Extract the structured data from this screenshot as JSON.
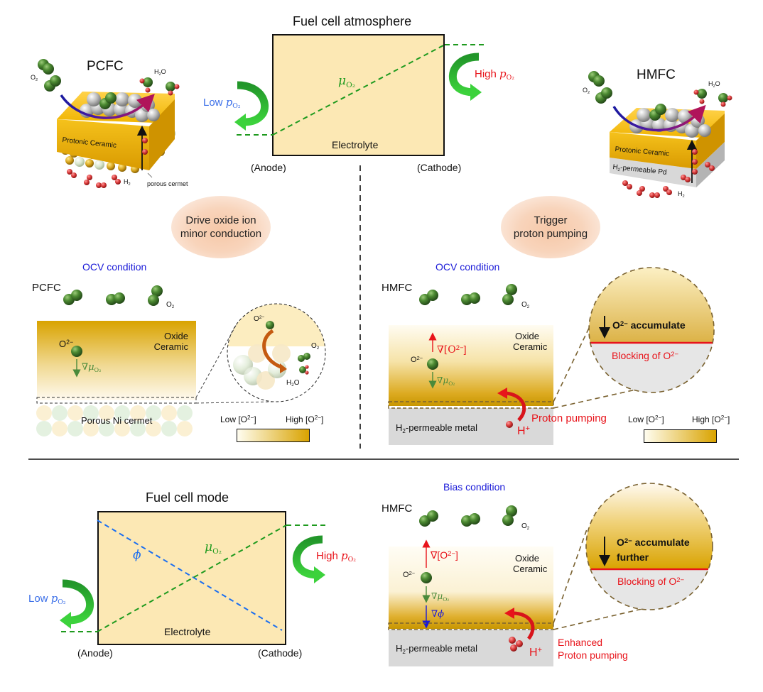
{
  "top": {
    "title": "Fuel cell atmosphere",
    "mu_label": "μ",
    "mu_sub": "O₂",
    "electrolyte": "Electrolyte",
    "anode": "(Anode)",
    "cathode": "(Cathode)",
    "low_prefix": "Low ",
    "high_prefix": "High ",
    "p_symbol": "p",
    "p_sub": "O₂"
  },
  "pcfc_cell": {
    "title": "PCFC",
    "o2": "O",
    "o2_sub": "2",
    "h2o": "H",
    "h2o_sub": "2",
    "h2o_tail": "O",
    "layer": "Protonic Ceramic",
    "h2": "H",
    "h2_sub": "2",
    "porous": "porous cermet"
  },
  "hmfc_cell": {
    "title": "HMFC",
    "o2": "O",
    "o2_sub": "2",
    "h2o": "H",
    "h2o_sub": "2",
    "h2o_tail": "O",
    "layer": "Protonic Ceramic",
    "pd_prefix": "H",
    "pd_sub": "2",
    "pd_tail": "-permeable Pd",
    "h2": "H",
    "h2_sub": "2"
  },
  "blobs": {
    "left_line1": "Drive oxide ion",
    "left_line2": "minor conduction",
    "right_line1": "Trigger",
    "right_line2": "proton pumping"
  },
  "pcfc_ocv": {
    "condition": "OCV condition",
    "label": "PCFC",
    "o2": "O",
    "o2_sub": "2",
    "oxide_line1": "Oxide",
    "oxide_line2": "Ceramic",
    "ion": "O",
    "ion_sup": "2−",
    "grad_mu": "∇μ",
    "grad_mu_sub": "O₂",
    "cermet": "Porous Ni cermet",
    "zoom_ion": "O",
    "zoom_ion_sup": "2−",
    "zoom_o2": "O",
    "zoom_o2_sub": "2",
    "zoom_h2o": "H",
    "zoom_h2o_sub": "2",
    "zoom_h2o_tail": "O",
    "legend_low": "Low [O",
    "legend_high": "High [O",
    "legend_sup": "2−",
    "legend_close": "]"
  },
  "hmfc_ocv": {
    "condition": "OCV condition",
    "label": "HMFC",
    "o2": "O",
    "o2_sub": "2",
    "oxide_line1": "Oxide",
    "oxide_line2": "Ceramic",
    "ion": "O",
    "ion_sup": "2−",
    "grad_conc": "∇[O",
    "grad_conc_sup": "2−",
    "grad_conc_close": "]",
    "grad_mu": "∇μ",
    "grad_mu_sub": "O₂",
    "metal_prefix": "H",
    "metal_sub": "2",
    "metal_tail": "-permeable metal",
    "proton": "H",
    "proton_sup": "+",
    "pumping": "Proton pumping",
    "zoom_accumulate_prefix": "O",
    "zoom_accumulate_sup": "2−",
    "zoom_accumulate_tail": " accumulate",
    "zoom_blocking": "Blocking of O",
    "zoom_blocking_sup": "2−",
    "legend_low": "Low [O",
    "legend_high": "High [O",
    "legend_sup": "2−",
    "legend_close": "]"
  },
  "bottom_left": {
    "title": "Fuel cell mode",
    "phi": "ϕ",
    "mu_label": "μ",
    "mu_sub": "O₂",
    "electrolyte": "Electrolyte",
    "anode": "(Anode)",
    "cathode": "(Cathode)",
    "low_prefix": "Low ",
    "high_prefix": "High ",
    "p_symbol": "p",
    "p_sub": "O₂"
  },
  "hmfc_bias": {
    "condition": "Bias condition",
    "label": "HMFC",
    "o2": "O",
    "o2_sub": "2",
    "oxide_line1": "Oxide",
    "oxide_line2": "Ceramic",
    "ion": "O",
    "ion_sup": "2−",
    "grad_conc": "∇[O",
    "grad_conc_sup": "2−",
    "grad_conc_close": "]",
    "grad_mu": "∇μ",
    "grad_mu_sub": "O₂",
    "grad_phi": "∇ϕ",
    "metal_prefix": "H",
    "metal_sub": "2",
    "metal_tail": "-permeable metal",
    "proton": "H",
    "proton_sup": "+",
    "pumping_line1": "Enhanced",
    "pumping_line2": "Proton pumping",
    "zoom_accumulate_prefix": "O",
    "zoom_accumulate_sup": "2−",
    "zoom_accumulate_tail": " accumulate",
    "zoom_accumulate_line2": "further",
    "zoom_blocking": "Blocking of O",
    "zoom_blocking_sup": "2−"
  },
  "colors": {
    "electrolyte_fill": "#fce8b4",
    "mu_green": "#1e9a1e",
    "phi_blue": "#1a6ef0",
    "low_blue": "#3b6fe8",
    "high_red": "#e8141b",
    "condition_blue": "#1a1ad8",
    "ceramic_gold": "#d9a300",
    "metal_gray": "#d9d9d9",
    "zoom_border": "#7a6230"
  }
}
